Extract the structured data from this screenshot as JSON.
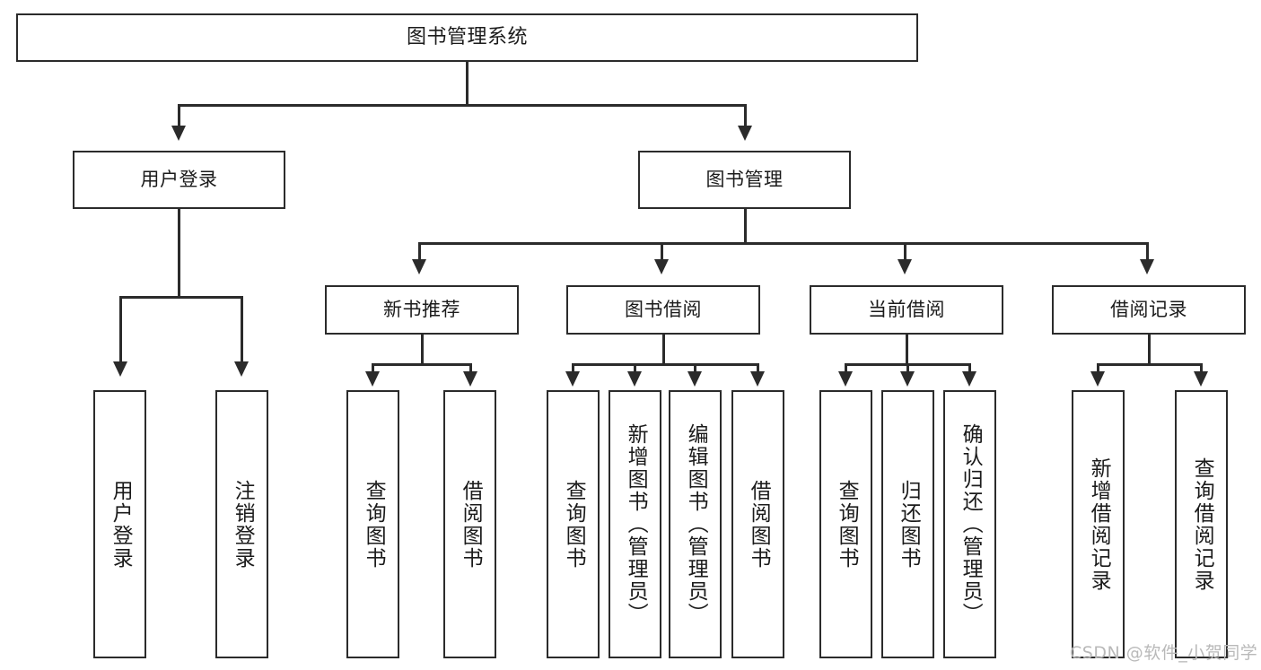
{
  "diagram": {
    "type": "tree-hierarchy",
    "title": "图书管理系统",
    "watermark": "CSDN @软件_小贺同学",
    "colors": {
      "stroke": "#2b2b2b",
      "fill": "#ffffff",
      "text": "#1b1b1b",
      "watermark": "#b9b9b9"
    },
    "levels": [
      {
        "level": 1,
        "nodes": [
          {
            "id": "root",
            "label": "图书管理系统",
            "orientation": "horizontal"
          }
        ]
      },
      {
        "level": 2,
        "nodes": [
          {
            "id": "user-login",
            "label": "用户登录",
            "orientation": "horizontal",
            "parent": "root"
          },
          {
            "id": "book-manage",
            "label": "图书管理",
            "orientation": "horizontal",
            "parent": "root"
          }
        ]
      },
      {
        "level": 3,
        "nodes": [
          {
            "id": "new-book-rec",
            "label": "新书推荐",
            "orientation": "horizontal",
            "parent": "book-manage"
          },
          {
            "id": "book-borrow",
            "label": "图书借阅",
            "orientation": "horizontal",
            "parent": "book-manage"
          },
          {
            "id": "current-borrow",
            "label": "当前借阅",
            "orientation": "horizontal",
            "parent": "book-manage"
          },
          {
            "id": "borrow-record",
            "label": "借阅记录",
            "orientation": "horizontal",
            "parent": "book-manage"
          }
        ]
      },
      {
        "level": 4,
        "nodes": [
          {
            "id": "leaf-user-login",
            "label": "用户登录",
            "orientation": "vertical",
            "parent": "user-login"
          },
          {
            "id": "leaf-user-logout",
            "label": "注销登录",
            "orientation": "vertical",
            "parent": "user-login"
          },
          {
            "id": "leaf-query-book-1",
            "label": "查询图书",
            "orientation": "vertical",
            "parent": "new-book-rec"
          },
          {
            "id": "leaf-borrow-book-1",
            "label": "借阅图书",
            "orientation": "vertical",
            "parent": "new-book-rec"
          },
          {
            "id": "leaf-query-book-2",
            "label": "查询图书",
            "orientation": "vertical",
            "parent": "book-borrow"
          },
          {
            "id": "leaf-add-book",
            "label": "新增图书（管理员）",
            "orientation": "vertical",
            "parent": "book-borrow"
          },
          {
            "id": "leaf-edit-book",
            "label": "编辑图书（管理员）",
            "orientation": "vertical",
            "parent": "book-borrow"
          },
          {
            "id": "leaf-borrow-book-2",
            "label": "借阅图书",
            "orientation": "vertical",
            "parent": "book-borrow"
          },
          {
            "id": "leaf-query-book-3",
            "label": "查询图书",
            "orientation": "vertical",
            "parent": "current-borrow"
          },
          {
            "id": "leaf-return-book",
            "label": "归还图书",
            "orientation": "vertical",
            "parent": "current-borrow"
          },
          {
            "id": "leaf-confirm-return",
            "label": "确认归还（管理员）",
            "orientation": "vertical",
            "parent": "current-borrow"
          },
          {
            "id": "leaf-add-record",
            "label": "新增借阅记录",
            "orientation": "vertical",
            "parent": "borrow-record"
          },
          {
            "id": "leaf-query-record",
            "label": "查询借阅记录",
            "orientation": "vertical",
            "parent": "borrow-record"
          }
        ]
      }
    ]
  }
}
